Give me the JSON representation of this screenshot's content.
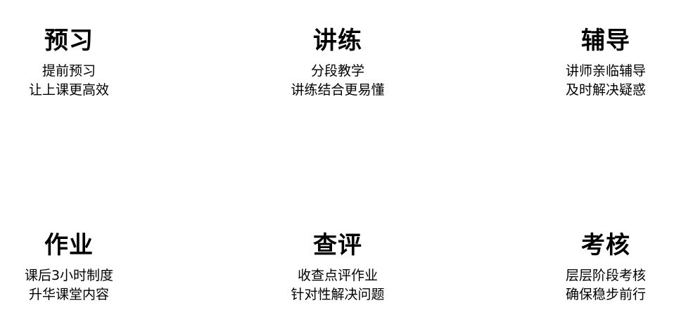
{
  "features": [
    {
      "title": "预习",
      "lines": [
        "提前预习",
        "让上课更高效"
      ]
    },
    {
      "title": "讲练",
      "lines": [
        "分段教学",
        "讲练结合更易懂"
      ]
    },
    {
      "title": "辅导",
      "lines": [
        "讲师亲临辅导",
        "及时解决疑惑"
      ]
    },
    {
      "title": "作业",
      "lines": [
        "课后3小时制度",
        "升华课堂内容"
      ]
    },
    {
      "title": "查评",
      "lines": [
        "收查点评作业",
        "针对性解决问题"
      ]
    },
    {
      "title": "考核",
      "lines": [
        "层层阶段考核",
        "确保稳步前行"
      ]
    }
  ]
}
